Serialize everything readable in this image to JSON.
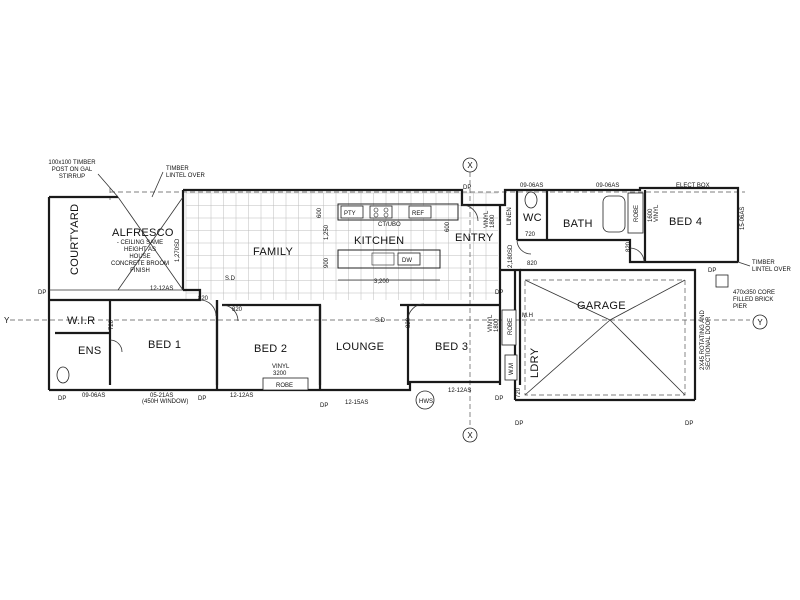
{
  "rooms": {
    "courtyard": "COURTYARD",
    "alfresco": "ALFRESCO",
    "family": "FAMILY",
    "kitchen": "KITCHEN",
    "entry": "ENTRY",
    "wc": "WC",
    "bath": "BATH",
    "bed4": "BED 4",
    "garage": "GARAGE",
    "wir": "W.I.R",
    "ens": "ENS",
    "bed1": "BED 1",
    "bed2": "BED 2",
    "lounge": "LOUNGE",
    "bed3": "BED 3",
    "ldry": "LDRY"
  },
  "alfresco_note": [
    "- CEILING SAME",
    "HEIGHT AS",
    "HOUSE",
    "CONCRETE BROOM",
    "FINISH"
  ],
  "callouts": {
    "post_note": [
      "100x100 TIMBER",
      "POST ON GAL",
      "STIRRUP"
    ],
    "lintel_note": [
      "TIMBER",
      "LINTEL OVER"
    ],
    "lintel_note_right": [
      "TIMBER",
      "LINTEL OVER"
    ],
    "pier_note": [
      "470x350 CORE",
      "FILLED BRICK",
      "PIER"
    ]
  },
  "fixtures": {
    "pty": "PTY",
    "ct_ubo": "CT/UBO",
    "ref": "REF",
    "dw": "DW",
    "linen": "LINEN",
    "robe_bath": "ROBE",
    "robe_bed2": "ROBE",
    "robe_bed3": "ROBE",
    "hws": "HWS",
    "wm": "W.M",
    "mh": "M.H",
    "vinyl_bed2": [
      "VINYL",
      "3200"
    ],
    "vinyl_bed3": [
      "VINYL",
      "1800"
    ],
    "vinyl_bath": [
      "1600",
      "VINYL"
    ],
    "vinyl_entry": [
      "VINYL",
      "1800"
    ]
  },
  "dimensions": {
    "d600_pty": "600",
    "d1250": "1,250",
    "d900": "900",
    "d600_ref": "600",
    "d3200": "3,200",
    "d1270_alf": "1,270SD",
    "d820_family": "820",
    "d820_bed2": "820",
    "d820_bed3": "820",
    "d820_bath": "820",
    "d820_corr": "820",
    "d720_wc": "720",
    "d720_ldry": "720",
    "d720_wir": "720",
    "d1800_entry": "2,180SD",
    "sd_family": "S.D",
    "sd_lounge": "S.D"
  },
  "windows": {
    "w_top_wc": "09-06AS",
    "w_top_bath": "09-06AS",
    "w_alf_bottom": "12-12AS",
    "w_ens": "09-06AS",
    "w_bed1": "05-21AS",
    "w_bed1_note": "(450H WINDOW)",
    "w_bed2": "12-12AS",
    "w_lounge": "12-15AS",
    "w_bed3": "12-12AS",
    "w_bed4": "15-06AS",
    "w_elect": "ELECT BOX"
  },
  "markers": {
    "dp_labels": [
      "DP",
      "DP",
      "DP",
      "DP",
      "DP",
      "DP",
      "DP",
      "DP",
      "DP",
      "DP"
    ],
    "grid_x_top": "X",
    "grid_x_bottom": "X",
    "grid_y_left": "Y",
    "grid_y_right": "Y"
  },
  "garage_note": [
    "2X45 ROTATING AND",
    "SECTIONAL DOOR"
  ]
}
